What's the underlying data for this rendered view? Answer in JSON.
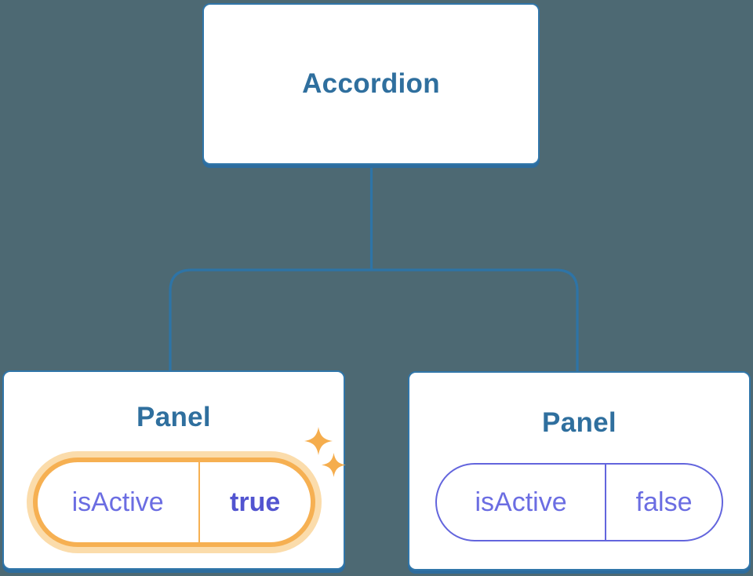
{
  "diagram": {
    "type": "component-tree",
    "root": {
      "label": "Accordion"
    },
    "panels": [
      {
        "label": "Panel",
        "prop_name": "isActive",
        "prop_value": "true",
        "highlighted": true
      },
      {
        "label": "Panel",
        "prop_name": "isActive",
        "prop_value": "false",
        "highlighted": false
      }
    ]
  },
  "icons": {
    "sparkle": "four-point-star sparkle glyph (✦), two shown at top-right of active pill"
  },
  "colors": {
    "background": "#4D6973",
    "connector_line": "#2E74A6",
    "node_background": "#FFFFFF",
    "node_border": "#3176A9",
    "node_shadow": "#2D6C9E",
    "node_title_text": "#2F6F9E",
    "prop_text": "#6B6DE2",
    "prop_value_active_text": "#5254D0",
    "active_ring": "#F6B052",
    "active_glow": "#FBDCAB",
    "inactive_pill_border": "#6365DD",
    "sparkle": "#F5AD4D"
  }
}
